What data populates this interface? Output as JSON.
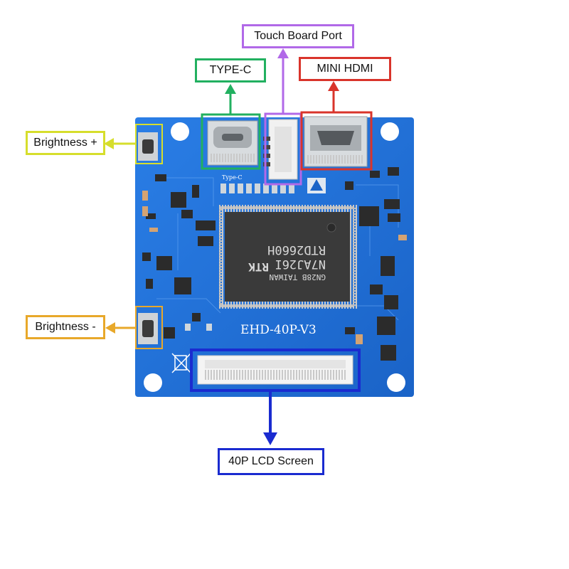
{
  "labels": {
    "touch_board_port": "Touch Board Port",
    "type_c": "TYPE-C",
    "mini_hdmi": "MINI HDMI",
    "brightness_plus": "Brightness +",
    "brightness_minus": "Brightness -",
    "lcd_screen": "40P LCD Screen"
  },
  "board": {
    "silkscreen": "EHD-40P-V3",
    "typec_silk": "Type-C",
    "chip_line1": "RTD2660H",
    "chip_line2": "N7AJ26I",
    "chip_line3": "GN28B TAIWAN",
    "chip_logo": "RTK"
  },
  "colors": {
    "board": "#1f6fd6",
    "touch": "#b169e8",
    "typec": "#22b060",
    "hdmi": "#d9342b",
    "bright_plus": "#d6de2c",
    "bright_minus": "#e8a82a",
    "lcd": "#1a2bd0"
  }
}
